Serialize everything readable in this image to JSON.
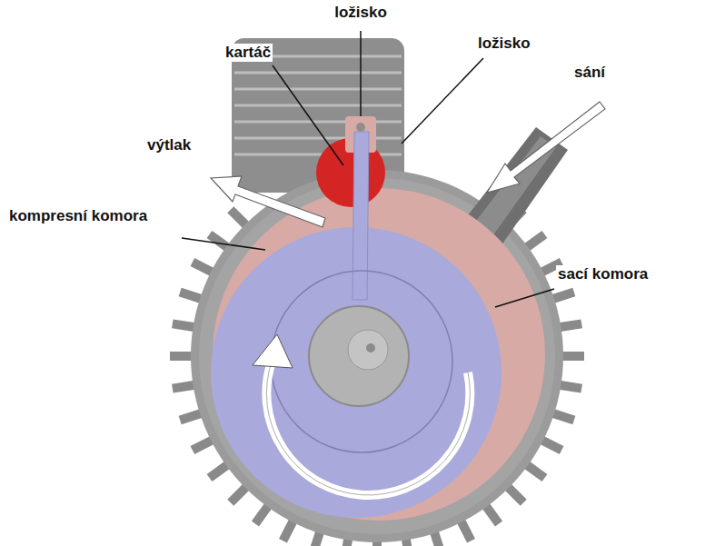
{
  "diagram": {
    "labels": [
      "ložisko",
      "kartáč",
      "ložisko",
      "sání",
      "výtlak",
      "kompresní komora",
      "sací komora"
    ]
  }
}
